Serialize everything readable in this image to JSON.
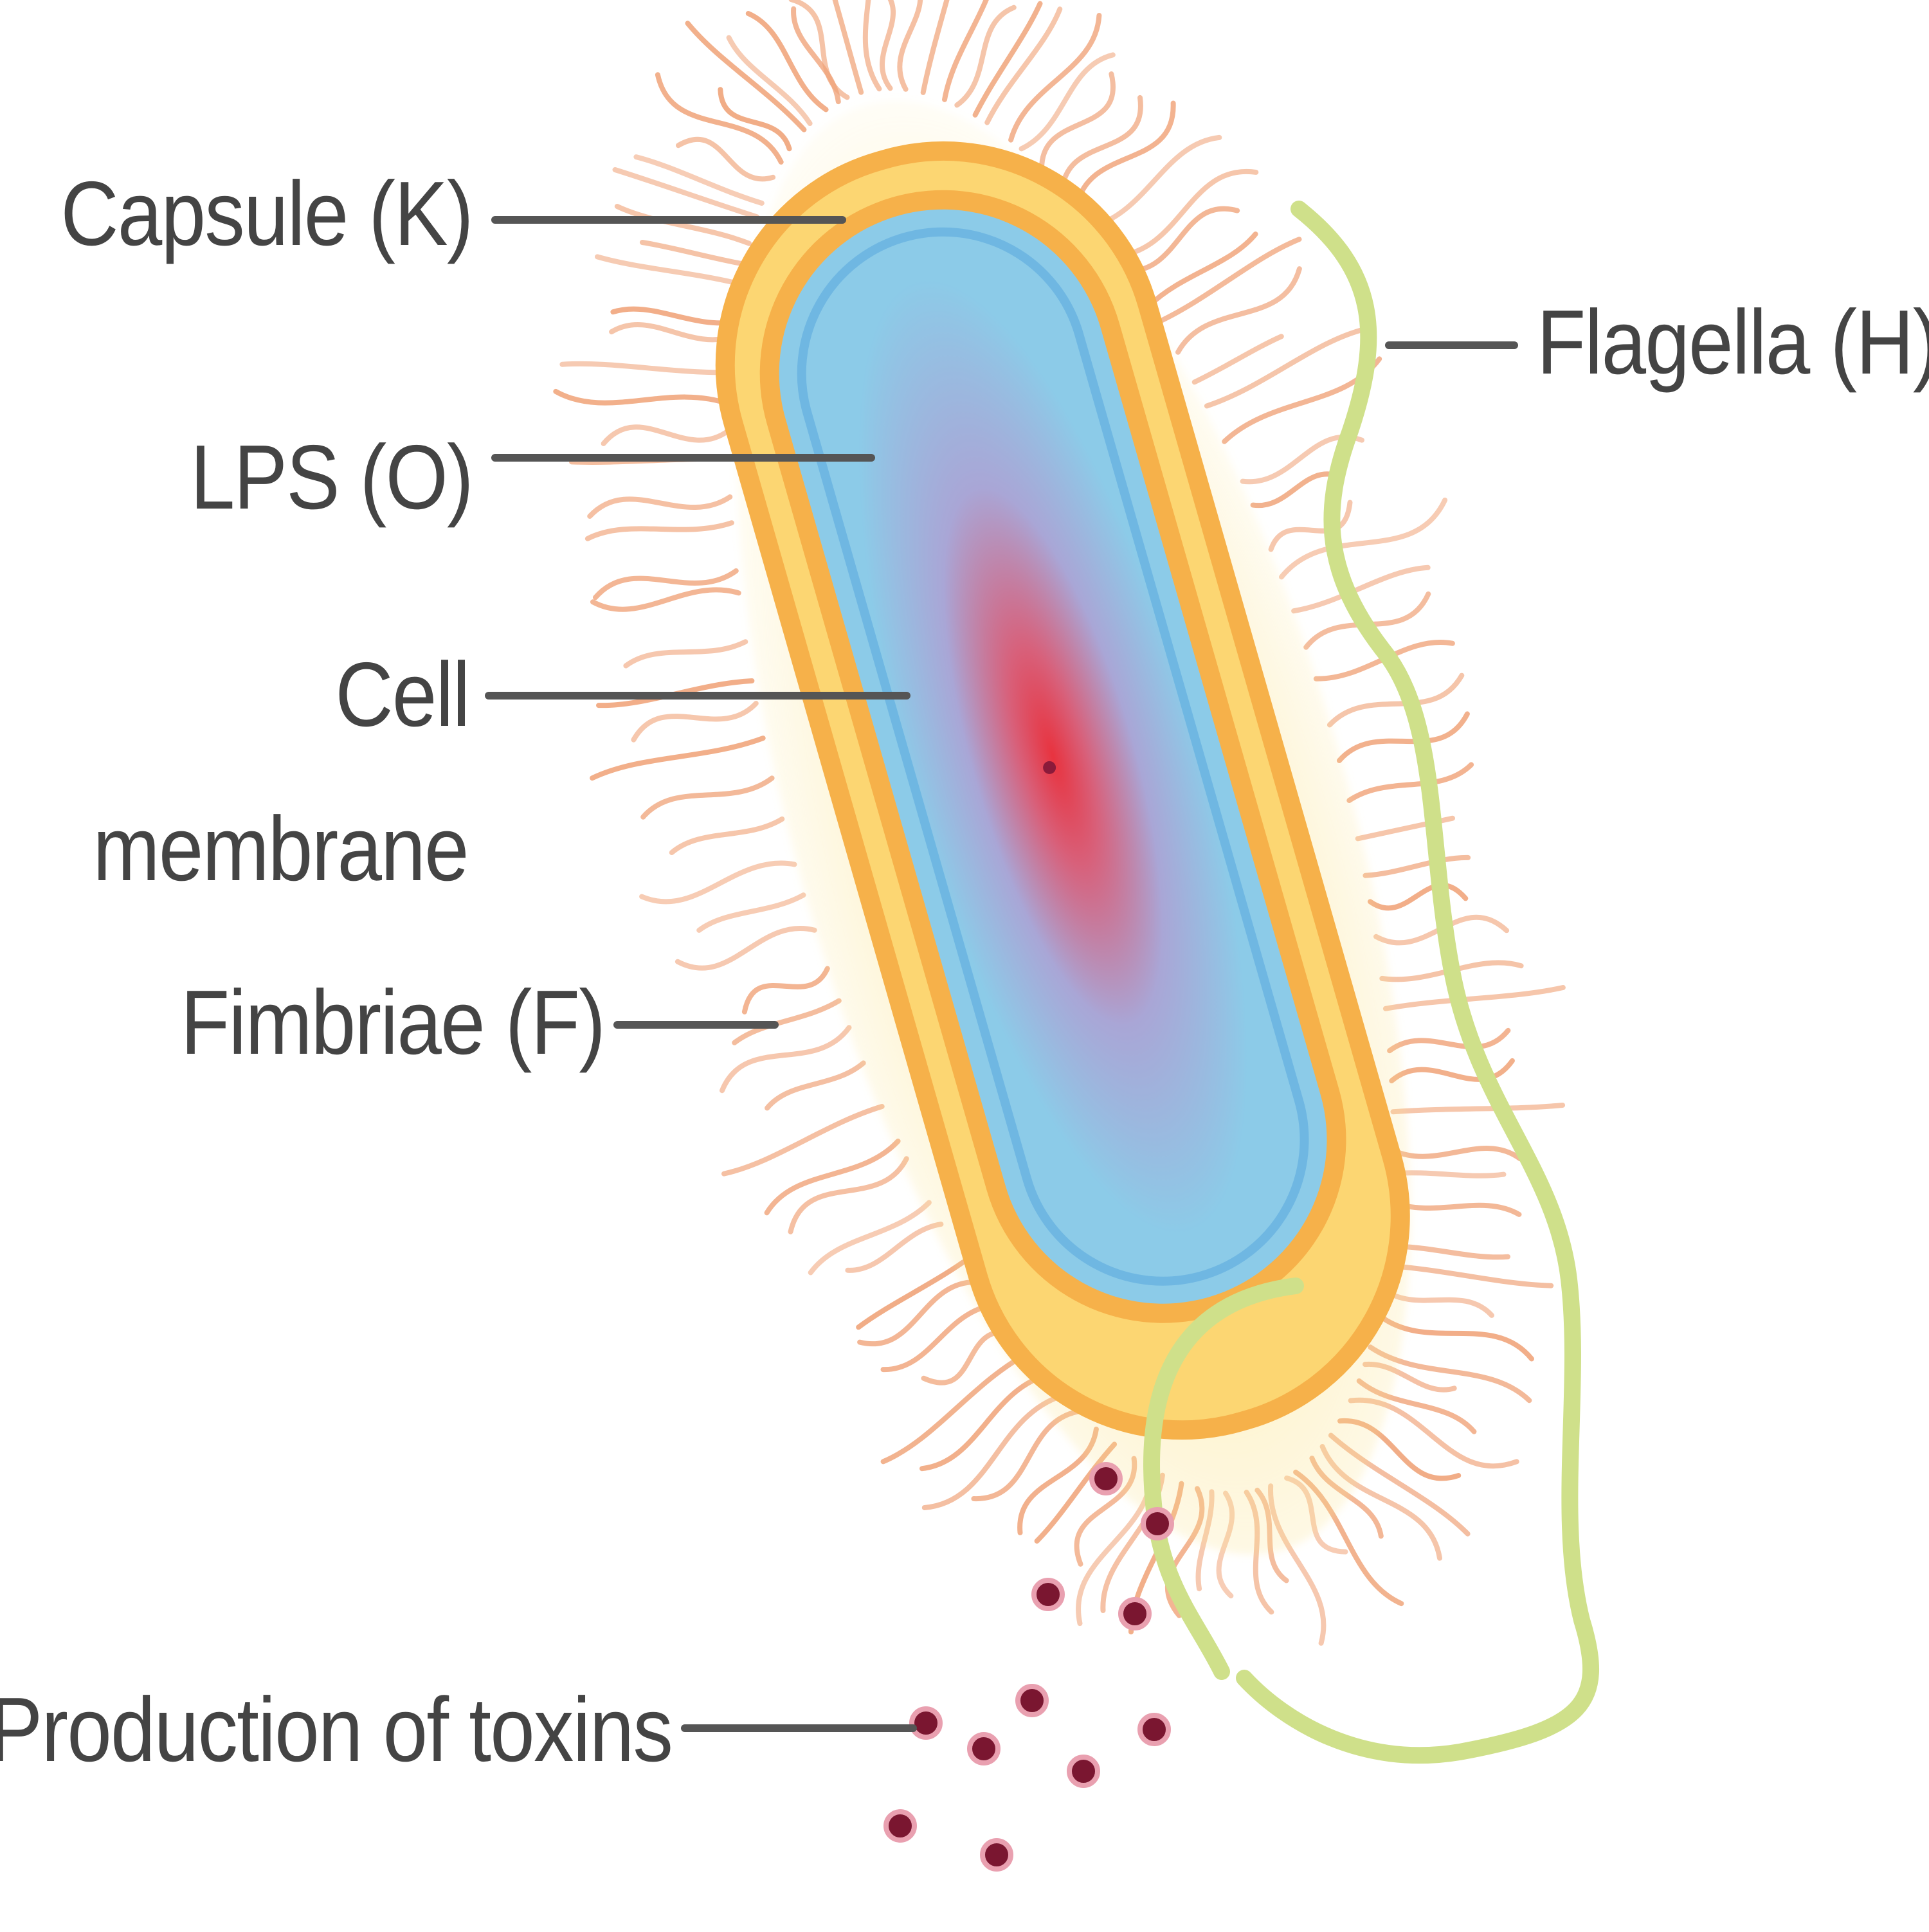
{
  "labels": {
    "capsule": "Capsule (K)",
    "lps": "LPS (O)",
    "cell_membrane_line1": "Cell",
    "cell_membrane_line2": "membrane",
    "fimbriae": "Fimbriae (F)",
    "toxins": "Production of toxins",
    "flagella": "Flagella (H)"
  },
  "colors": {
    "capsule": "#f6b14a",
    "capsule_glow": "#fbe38a",
    "cytoplasm": "#8ccbe8",
    "inner_membrane": "#6fb7e2",
    "nucleoid": "#e8333f",
    "fimbriae": "#f0a47a",
    "flagella": "#cfe08a",
    "toxin": "#7a1630",
    "leader": "#555555",
    "text": "#444444"
  }
}
